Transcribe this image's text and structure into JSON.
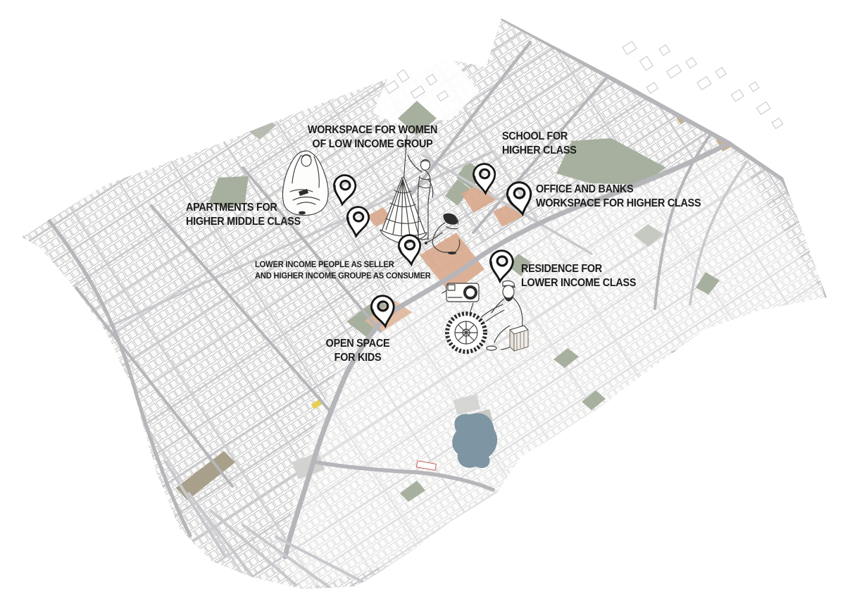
{
  "map": {
    "description": "Hand-drawn figure-ground urban map rotated diagonally, annotated with income-class zones",
    "colors": {
      "road": "#b6b6ba",
      "street": "#c9c9cd",
      "building_outline": "#bcbcbf",
      "building_fill": "#fafaf8",
      "green": "#a7b09f",
      "terracotta": "#d9a98c",
      "terracotta_light": "#e0b89b",
      "pond": "#7e95a3",
      "olive": "#a8a08a",
      "yellow": "#e6d052",
      "tan": "#c4b28e",
      "ink": "#1c1c1c"
    }
  },
  "labels": {
    "workspace_women": {
      "line1": "WORKSPACE FOR WOMEN",
      "line2": "OF LOW INCOME GROUP"
    },
    "school": {
      "line1": "SCHOOL FOR",
      "line2": "HIGHER CLASS"
    },
    "office": {
      "line1": "OFFICE AND BANKS",
      "line2": "WORKSPACE FOR HIGHER CLASS"
    },
    "apartments": {
      "line1": "APARTMENTS FOR",
      "line2": "HIGHER MIDDLE CLASS"
    },
    "market": {
      "line1": "LOWER INCOME PEOPLE AS SELLER",
      "line2": "AND HIGHER INCOME GROUPE AS CONSUMER"
    },
    "residence": {
      "line1": "RESIDENCE FOR",
      "line2": "LOWER INCOME CLASS"
    },
    "open_space": {
      "line1": "OPEN SPACE",
      "line2": "FOR KIDS"
    }
  },
  "pins": [
    {
      "name": "workspace-women-pin"
    },
    {
      "name": "school-pin"
    },
    {
      "name": "office-banks-pin"
    },
    {
      "name": "apartments-pin"
    },
    {
      "name": "market-pin"
    },
    {
      "name": "residence-pin"
    },
    {
      "name": "open-space-pin"
    }
  ],
  "figures": [
    "seated-woman",
    "net-vendor",
    "crouching-child",
    "wheel-mechanic"
  ]
}
